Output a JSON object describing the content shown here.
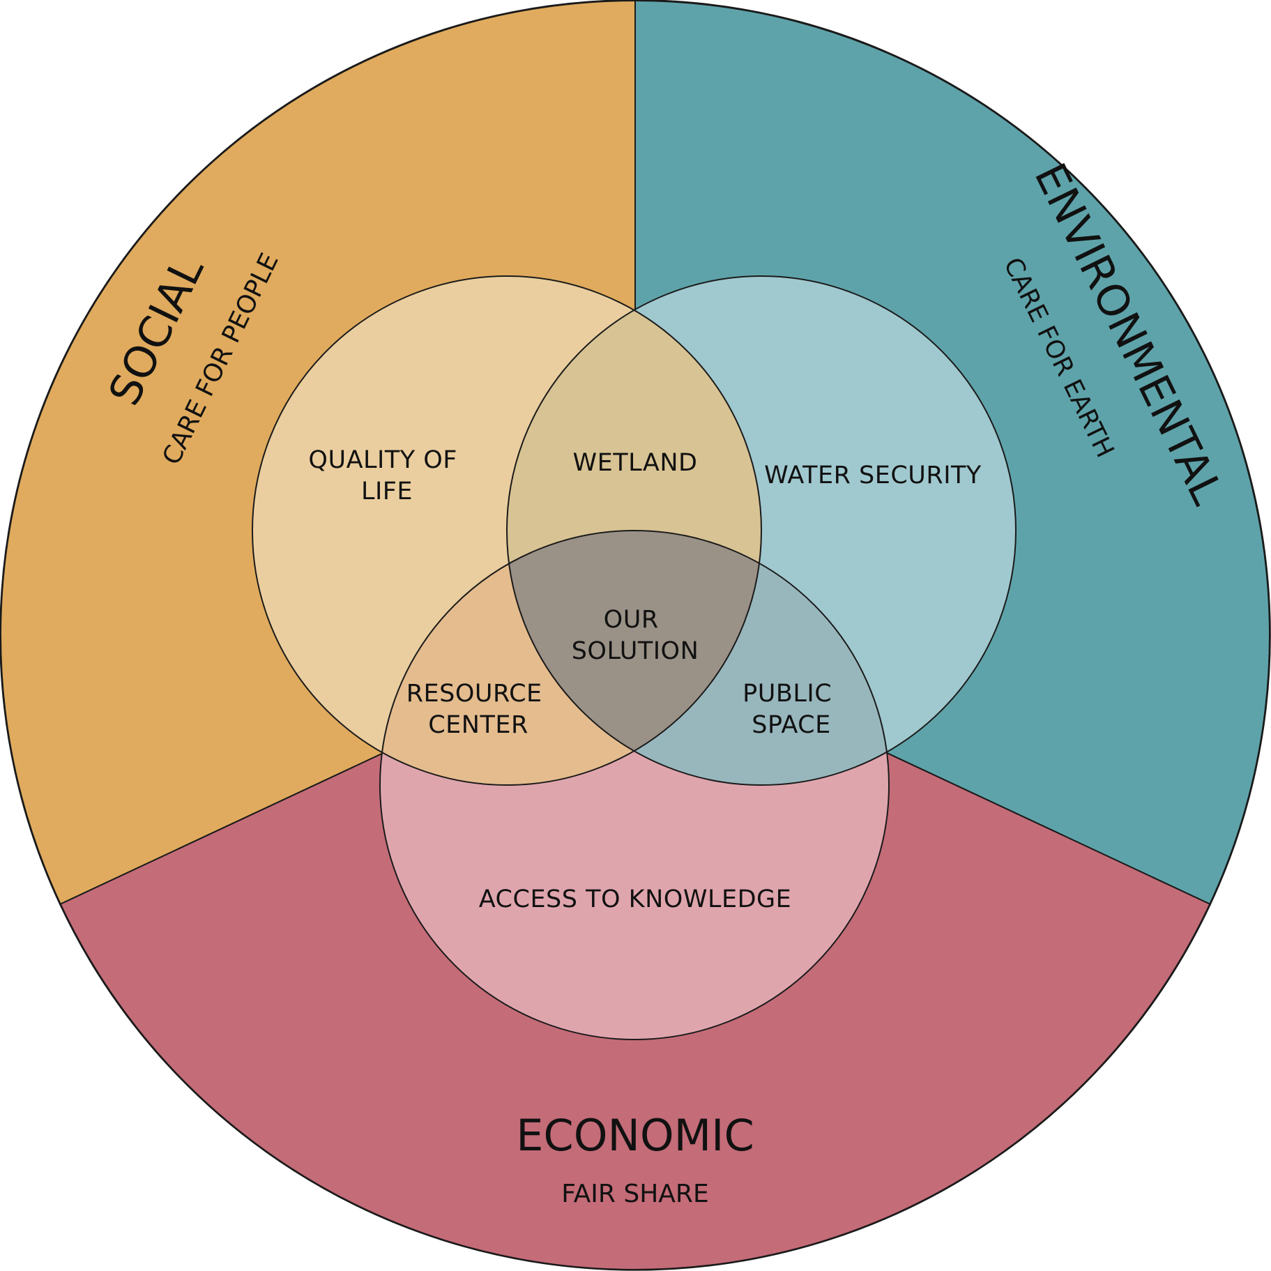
{
  "colors": {
    "social": "#E0AB5E",
    "environmental": "#5FA3AA",
    "economic": "#C46C78",
    "social_circle": "#EACE9F",
    "environmental_circle": "#A0C8CF",
    "economic_circle": "#DFA5AD",
    "wetland": "#D8C394",
    "resource_center": "#E4BC8E",
    "public_space": "#98B7BD",
    "center": "#9A9187",
    "outline": "#1A1A1A"
  },
  "sectors": {
    "social": {
      "title": "SOCIAL",
      "subtitle": "CARE FOR PEOPLE"
    },
    "environmental": {
      "title": "ENVIRONMENTAL",
      "subtitle": "CARE FOR EARTH"
    },
    "economic": {
      "title": "ECONOMIC",
      "subtitle": "FAIR SHARE"
    }
  },
  "circles": {
    "social": {
      "label": [
        "QUALITY OF",
        "LIFE"
      ]
    },
    "environmental": {
      "label": "WATER SECURITY"
    },
    "economic": {
      "label": "ACCESS TO KNOWLEDGE"
    }
  },
  "overlaps": {
    "social_environmental": "WETLAND",
    "social_economic": [
      "RESOURCE",
      "CENTER"
    ],
    "environmental_economic": [
      "PUBLIC",
      "SPACE"
    ],
    "all": [
      "OUR",
      "SOLUTION"
    ]
  }
}
